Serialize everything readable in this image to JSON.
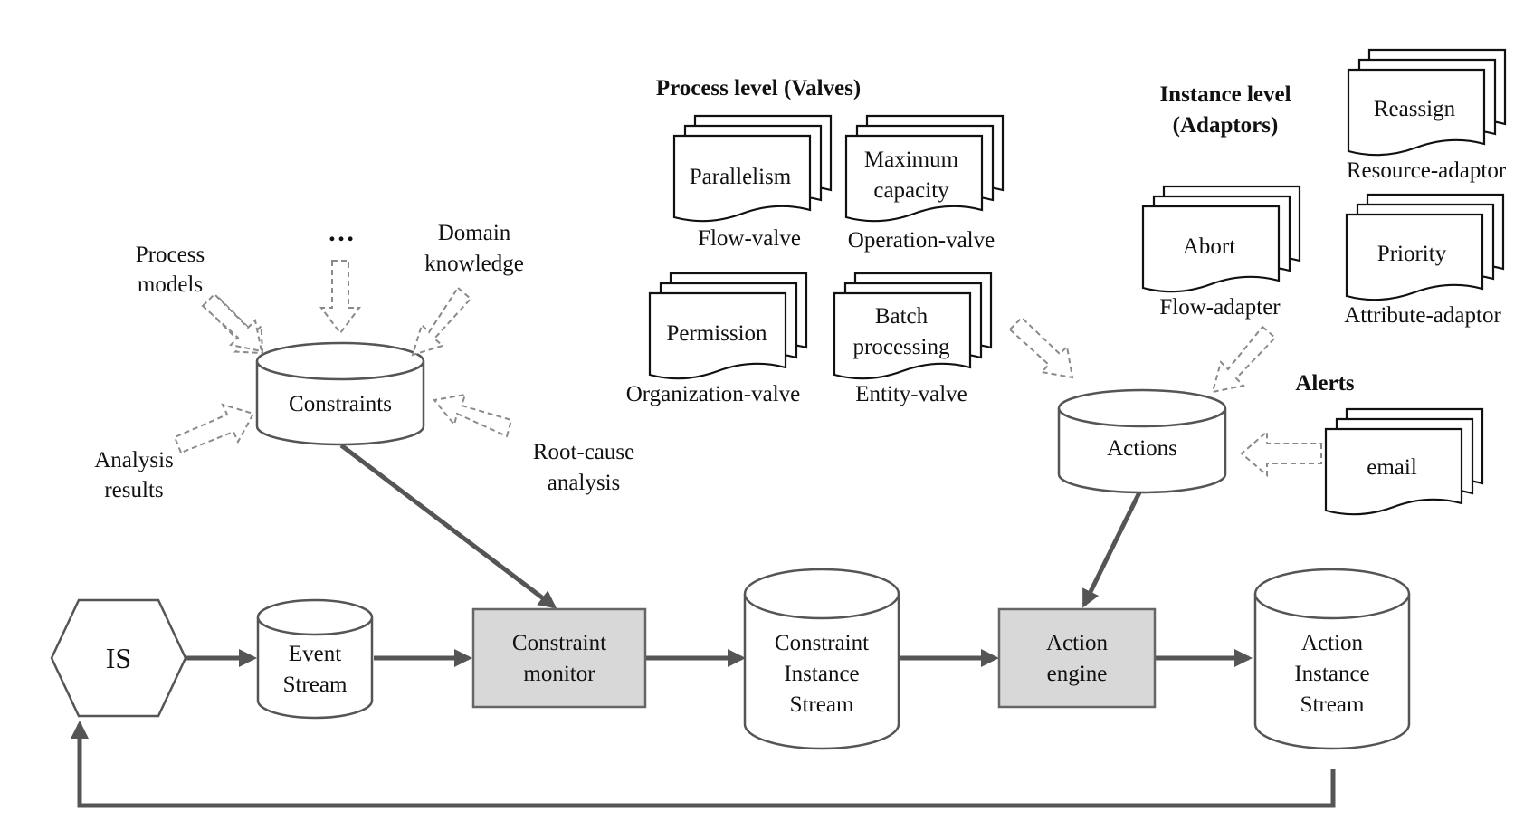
{
  "nodes": {
    "is": "IS",
    "event_stream": [
      "Event",
      "Stream"
    ],
    "constraint_monitor": [
      "Constraint",
      "monitor"
    ],
    "constraint_instance_stream": [
      "Constraint",
      "Instance",
      "Stream"
    ],
    "action_engine": [
      "Action",
      "engine"
    ],
    "action_instance_stream": [
      "Action",
      "Instance",
      "Stream"
    ],
    "constraints": "Constraints",
    "actions": "Actions"
  },
  "inputs": {
    "process_models": [
      "Process",
      "models"
    ],
    "ellipsis": "…",
    "domain_knowledge": [
      "Domain",
      "knowledge"
    ],
    "analysis_results": [
      "Analysis",
      "results"
    ],
    "root_cause": [
      "Root-cause",
      "analysis"
    ]
  },
  "process_level": {
    "heading": "Process level (Valves)",
    "valves": [
      {
        "doc": [
          "Parallelism"
        ],
        "caption": "Flow-valve"
      },
      {
        "doc": [
          "Maximum",
          "capacity"
        ],
        "caption": "Operation-valve"
      },
      {
        "doc": [
          "Permission"
        ],
        "caption": "Organization-valve"
      },
      {
        "doc": [
          "Batch",
          "processing"
        ],
        "caption": "Entity-valve"
      }
    ]
  },
  "instance_level": {
    "heading": [
      "Instance level",
      "(Adaptors)"
    ],
    "adaptors": [
      {
        "doc": [
          "Reassign"
        ],
        "caption": "Resource-adaptor"
      },
      {
        "doc": [
          "Abort"
        ],
        "caption": "Flow-adapter"
      },
      {
        "doc": [
          "Priority"
        ],
        "caption": "Attribute-adaptor"
      }
    ]
  },
  "alerts": {
    "heading": "Alerts",
    "doc": "email"
  }
}
